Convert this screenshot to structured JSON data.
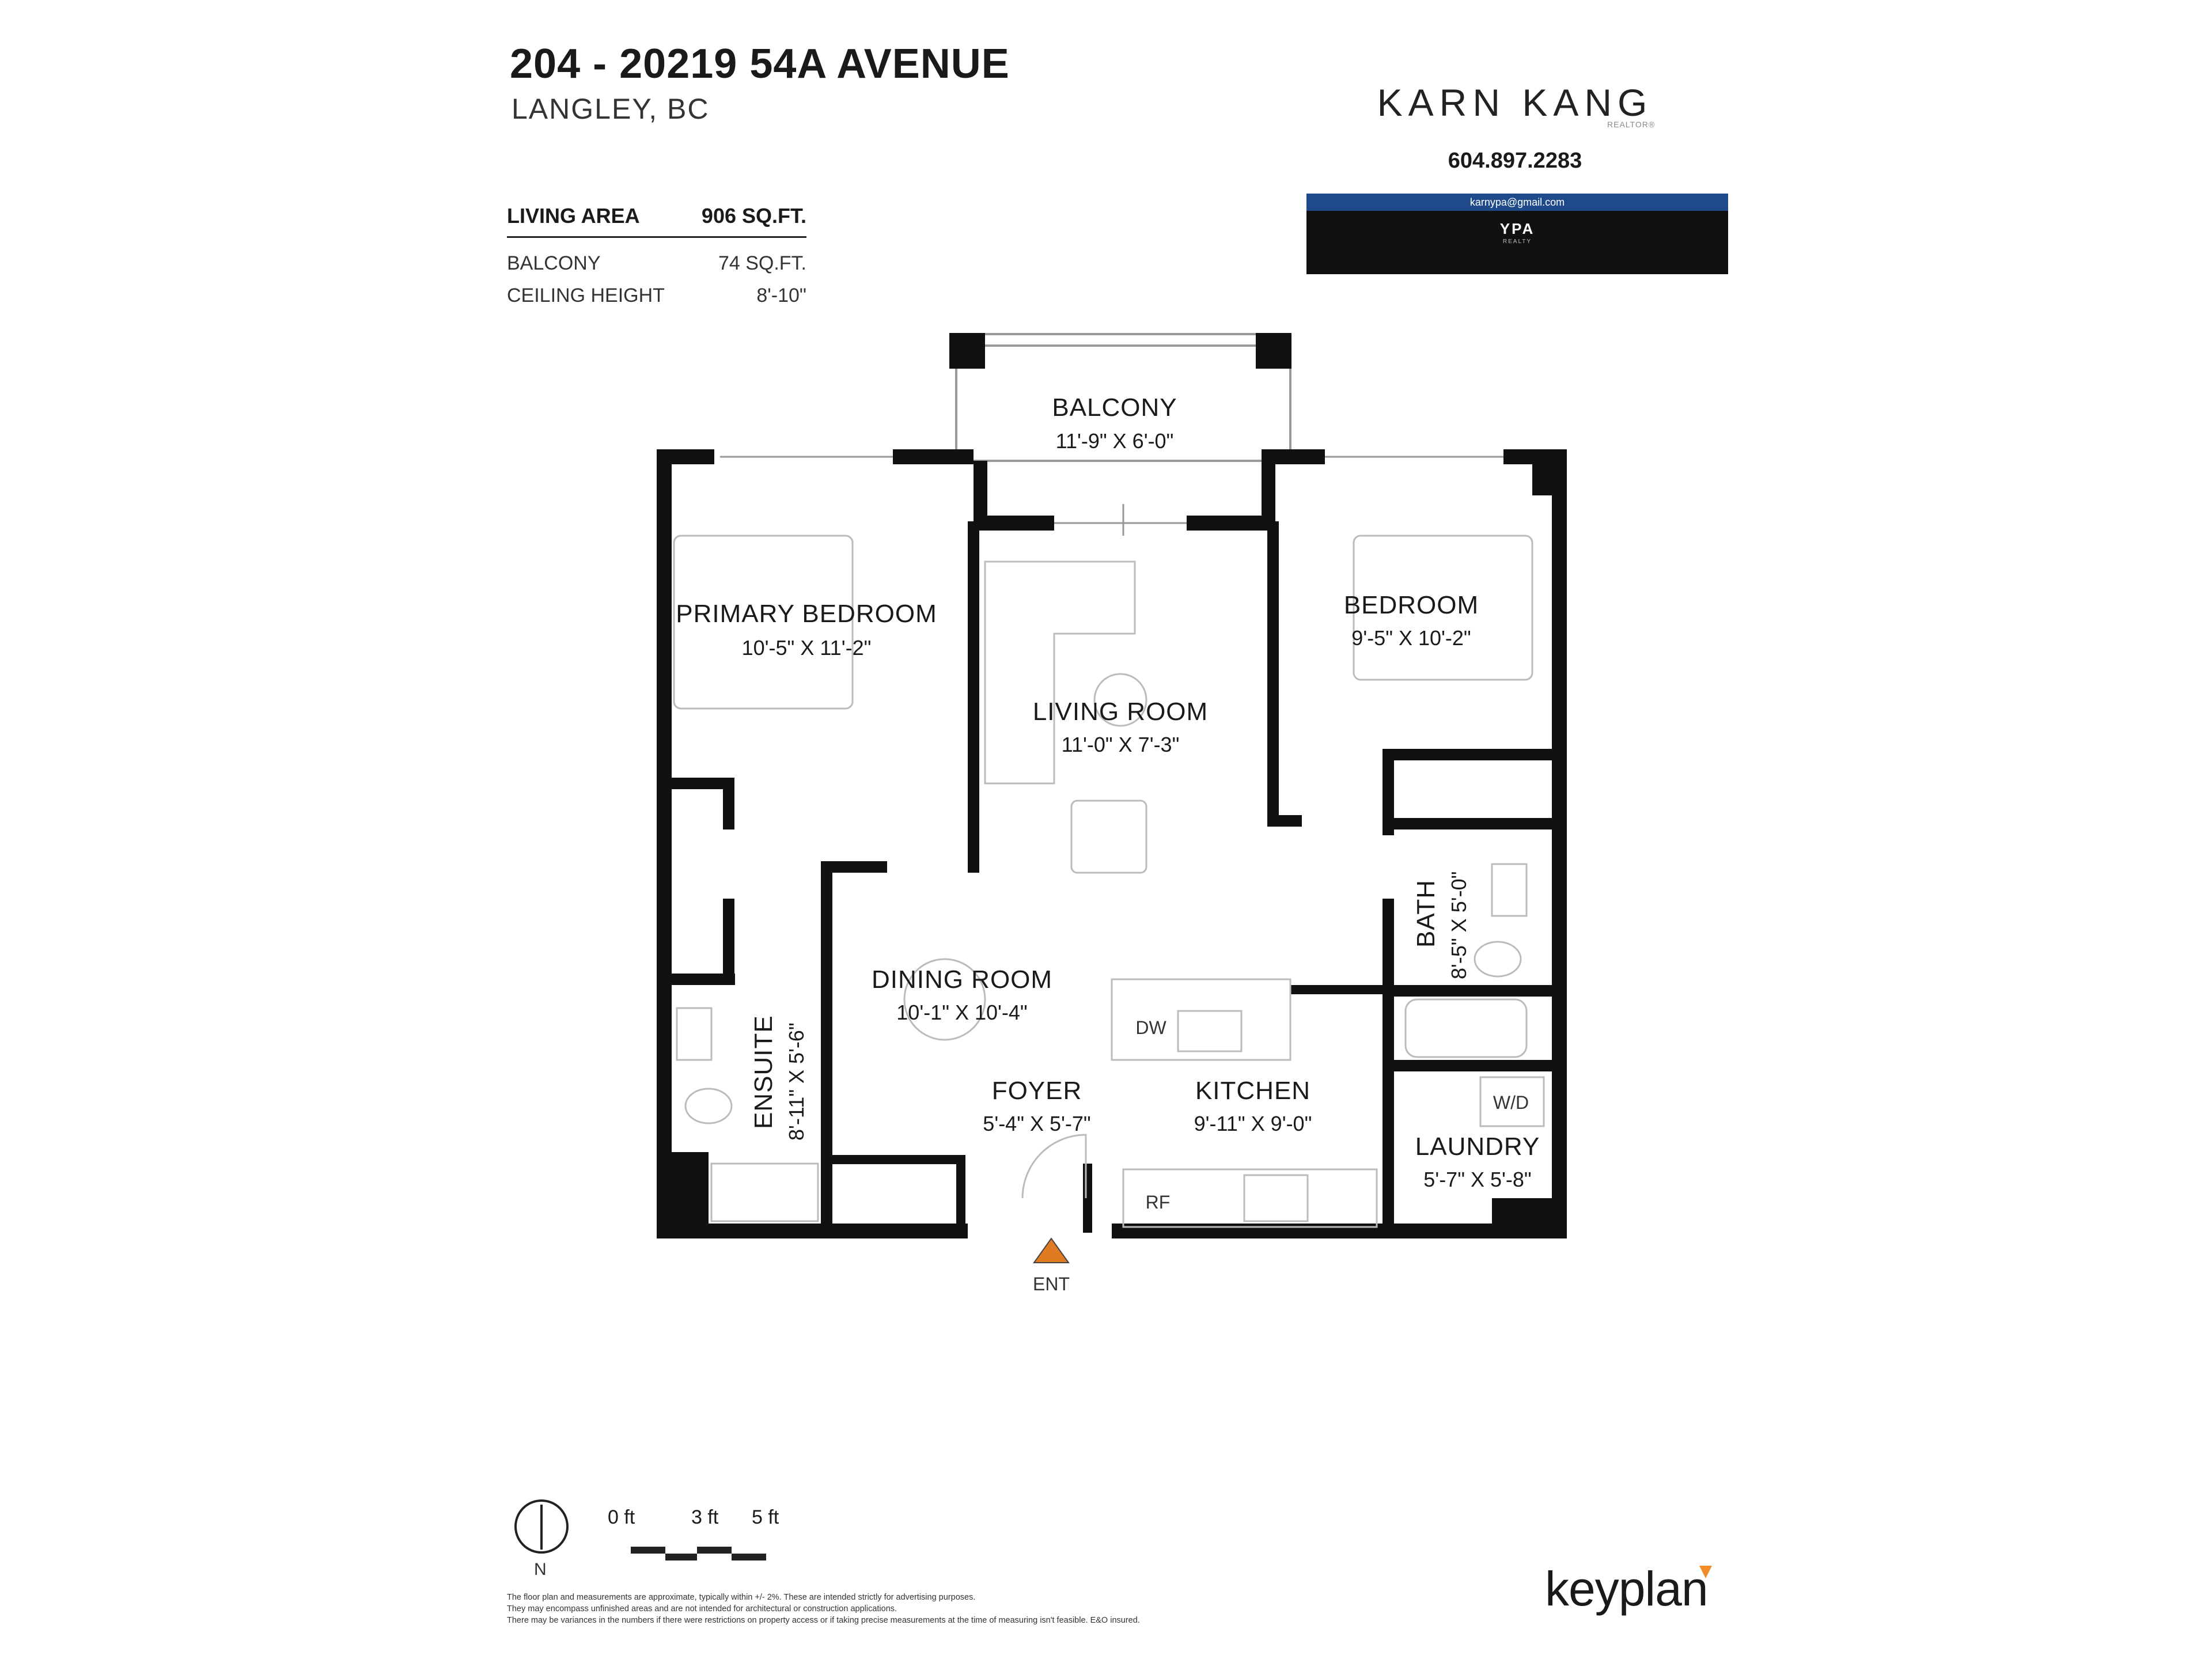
{
  "address": {
    "title": "204 - 20219 54A AVENUE",
    "city": "LANGLEY, BC"
  },
  "stats": {
    "living_area_label": "LIVING AREA",
    "living_area_value": "906 SQ.FT.",
    "balcony_label": "BALCONY",
    "balcony_value": "74 SQ.FT.",
    "ceiling_label": "CEILING HEIGHT",
    "ceiling_value": "8'-10\""
  },
  "agent": {
    "name": "KARN KANG",
    "designation": "REALTOR®",
    "phone": "604.897.2283",
    "email": "karnypa@gmail.com",
    "brokerage": "YPA",
    "brokerage_sub": "REALTY"
  },
  "rooms": {
    "balcony": {
      "name": "BALCONY",
      "dims": "11'-9\"   X   6'-0\""
    },
    "primary_bedroom": {
      "name": "PRIMARY BEDROOM",
      "dims": "10'-5\"   X   11'-2\""
    },
    "bedroom": {
      "name": "BEDROOM",
      "dims": "9'-5\"   X   10'-2\""
    },
    "living_room": {
      "name": "LIVING ROOM",
      "dims": "11'-0\"   X   7'-3\""
    },
    "dining_room": {
      "name": "DINING ROOM",
      "dims": "10'-1\"   X   10'-4\""
    },
    "foyer": {
      "name": "FOYER",
      "dims": "5'-4\" X 5'-7\""
    },
    "kitchen": {
      "name": "KITCHEN",
      "dims": "9'-11\"   X   9'-0\""
    },
    "laundry": {
      "name": "LAUNDRY",
      "dims": "5'-7\" X 5'-8\""
    },
    "ensuite": {
      "name": "ENSUITE",
      "dims": "8'-11\" X 5'-6\""
    },
    "bath": {
      "name": "BATH",
      "dims": "8'-5\" X 5'-0\""
    }
  },
  "fixtures": {
    "dw": "DW",
    "rf": "RF",
    "wd": "W/D",
    "entrance": "ENT"
  },
  "legend": {
    "north": "N",
    "scale_0": "0 ft",
    "scale_3": "3 ft",
    "scale_5": "5 ft"
  },
  "disclaimer": {
    "line1": "The floor plan and measurements are approximate, typically within +/- 2%. These are intended strictly for advertising purposes.",
    "line2": "They may encompass unfinished areas and are not intended for architectural or construction applications.",
    "line3": "There may be variances in the numbers if there were restrictions on property access or if taking precise measurements at the time of measuring isn't feasible. E&O insured."
  },
  "brand": {
    "name": "keyplan",
    "accent": "#f28c28"
  },
  "colors": {
    "wall": "#111111",
    "entrance_marker": "#e07b22",
    "agent_bar": "#1f4a8a"
  }
}
